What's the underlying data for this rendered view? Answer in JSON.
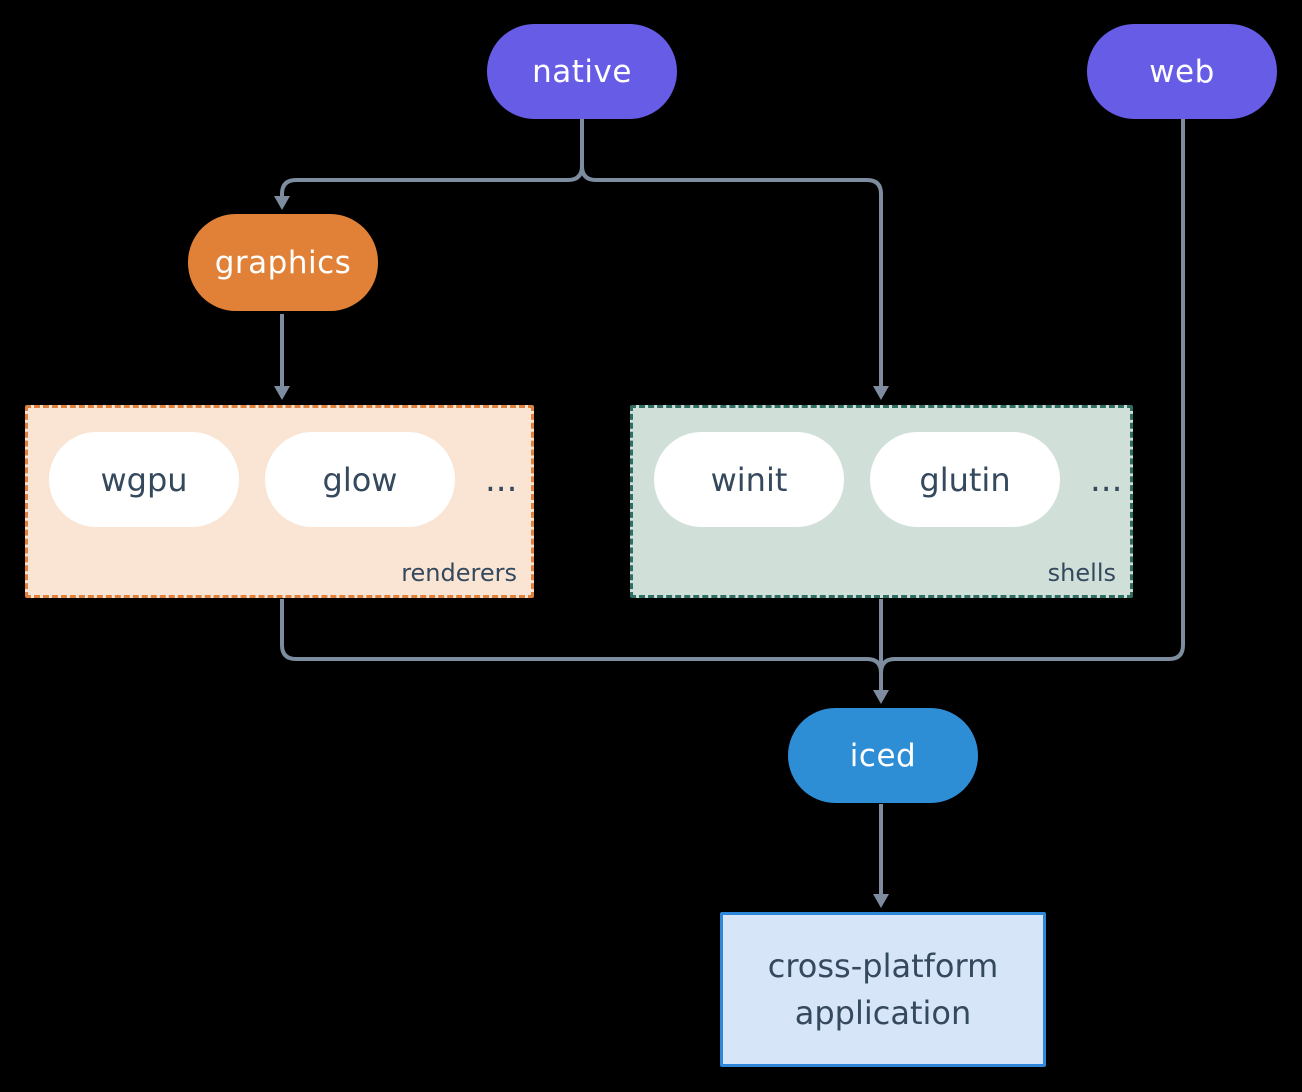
{
  "diagram": {
    "background_color": "#000000",
    "connector_color": "#7D8C9E",
    "nodes": {
      "native": {
        "label": "native",
        "color": "#675CE6"
      },
      "web": {
        "label": "web",
        "color": "#675CE6"
      },
      "graphics": {
        "label": "graphics",
        "color": "#E08137"
      },
      "iced": {
        "label": "iced",
        "color": "#2D8ED6"
      },
      "application": {
        "lines": [
          "cross-platform",
          "application"
        ],
        "fill_color": "#D6E5F7",
        "border_color": "#2E87D8"
      }
    },
    "groups": {
      "renderers": {
        "label": "renderers",
        "items": [
          "wgpu",
          "glow"
        ],
        "ellipsis": "...",
        "fill_color": "#FAE5D4",
        "border_color": "#E0823E"
      },
      "shells": {
        "label": "shells",
        "items": [
          "winit",
          "glutin"
        ],
        "ellipsis": "...",
        "fill_color": "#D0E0D9",
        "border_color": "#2F6E63"
      }
    }
  }
}
